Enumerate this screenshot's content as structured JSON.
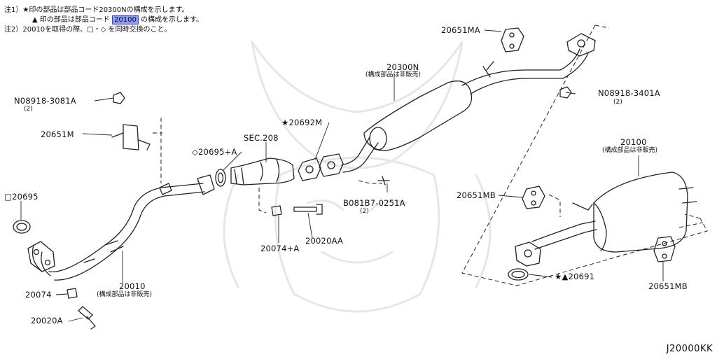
{
  "notes": {
    "line1": "注1）★印の部品は部品コード20300Nの構成を示します。",
    "line2_prefix": "▲ 印の部品は部品コード",
    "line2_code": "20100",
    "line2_suffix": "の構成を示します。",
    "line3": "注2）20010を取得の際、□・◇ を同時交換のこと。"
  },
  "parts": {
    "p20651MA": "20651MA",
    "p08918_3401A": "N08918-3401A",
    "p08918_3401A_qty": "(2)",
    "p20300N": "20300N",
    "p20300N_sub": "(構成部品は非販売)",
    "p08918_3081A": "N08918-3081A",
    "p08918_3081A_qty": "(2)",
    "p20651M": "20651M",
    "p20692M": "★20692M",
    "pSEC208": "SEC.208",
    "p20695A": "◇20695+A",
    "p20100": "20100",
    "p20100_sub": "(構成部品は非販売)",
    "p20695": "□20695",
    "p081B7": "B081B7-0251A",
    "p081B7_qty": "(2)",
    "p20651MB_left": "20651MB",
    "p20074A": "20074+A",
    "p20020AA": "20020AA",
    "p20010": "20010",
    "p20010_sub": "(構成部品は非販売)",
    "p20691": "★▲20691",
    "p20074": "20074",
    "p20651MB_right": "20651MB",
    "p20020A": "20020A"
  },
  "diagram_code": "J20000KK"
}
